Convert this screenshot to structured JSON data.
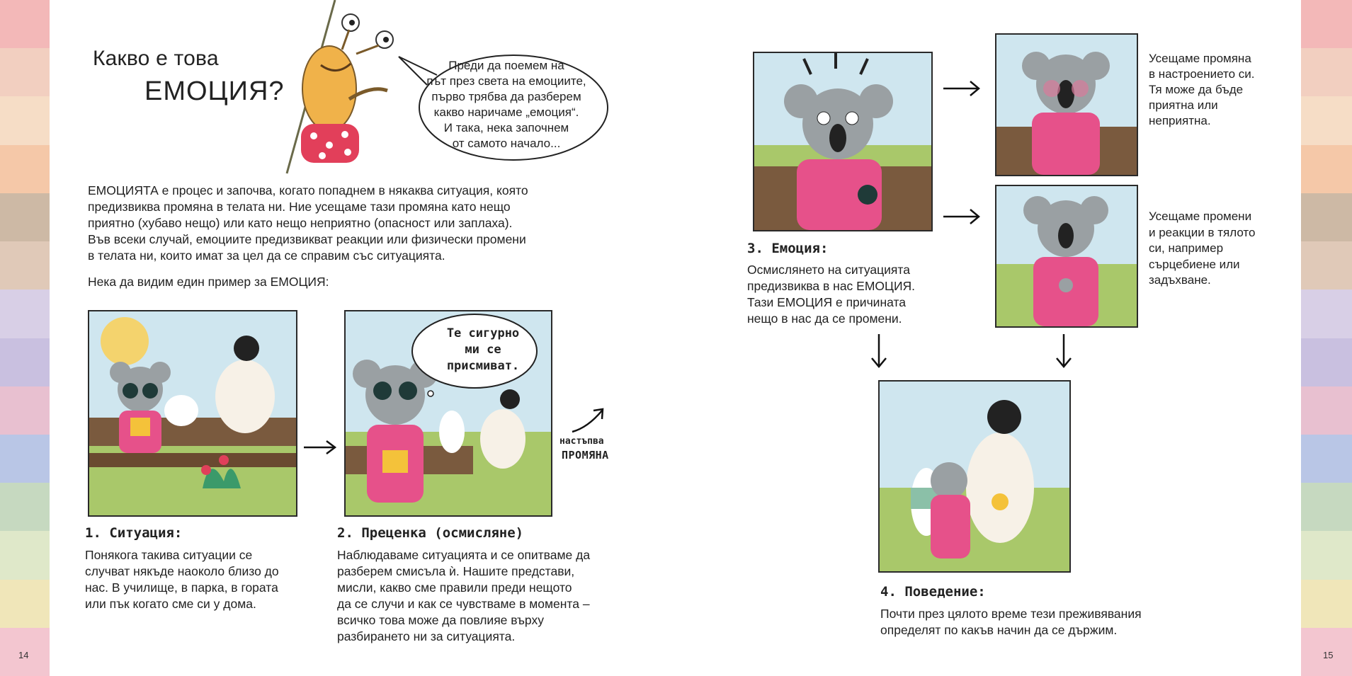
{
  "colors": {
    "strip": [
      "#f3b8b8",
      "#f2cfc0",
      "#f6ddc6",
      "#f5c8a8",
      "#cdb9a5",
      "#e0c9b8",
      "#d8cfe6",
      "#c9c0e0",
      "#e8c0d0",
      "#b9c6e6",
      "#c6d9c0",
      "#dfe8c9",
      "#f0e6b9",
      "#f3c6d0"
    ],
    "sky": "#cfe6ef",
    "grass": "#a9c86a",
    "bench": "#7a5a3e",
    "koala": "#9aa0a3",
    "shirt": "#e6518a",
    "sheep_body": "#f7f1e7",
    "sun": "#f4d36d"
  },
  "left_page": {
    "heading_line1": "Какво е това",
    "heading_line2": "ЕМОЦИЯ?",
    "speech_bubble": [
      "Преди да поемем на",
      "път през света на емоциите,",
      "първо трябва да разберем",
      "какво наричаме „емоция“.",
      "И така, нека започнем",
      "от самото начало..."
    ],
    "intro": [
      "ЕМОЦИЯТА е процес и започва, когато попаднем в някаква ситуация, която",
      "предизвиква промяна в телата ни. Ние усещаме тази промяна като нещо",
      "приятно (хубаво нещо) или като нещо неприятно (опасност или заплаха).",
      "Във всеки случай, емоциите предизвикват реакции или физически промени",
      "в телата ни, които имат за цел да се справим със ситуацията."
    ],
    "example_line": "Нека да видим един пример за ЕМОЦИЯ:",
    "panel2_bubble": [
      "Те сигурно",
      "ми се",
      "присмиват."
    ],
    "change_label_small": "настъпва",
    "change_label_big": "ПРОМЯНА",
    "step1_title": "1. Ситуация:",
    "step1_text": [
      "Понякога такива ситуации се",
      "случват някъде наоколо близо до",
      "нас. В училище, в парка, в гората",
      "или пък когато сме си у дома."
    ],
    "step2_title": "2. Преценка (осмисляне)",
    "step2_text": [
      "Наблюдаваме ситуацията и се опитваме да",
      "разберем смисъла ѝ. Нашите представи,",
      "мисли, какво сме правили преди нещото",
      "да се случи и как се чувстваме в момента –",
      "всичко това може да повлияе върху",
      "разбирането ни за ситуацията."
    ],
    "page_number": "14"
  },
  "right_page": {
    "step3_title": "3. Емоция:",
    "step3_text": [
      "Осмислянето на ситуацията",
      "предизвиква в нас ЕМОЦИЯ.",
      "Тази ЕМОЦИЯ е причината",
      "нещо в нас да се промени."
    ],
    "mood_text": [
      "Усещаме промяна",
      "в настроението си.",
      "Тя може да бъде",
      "приятна или",
      "неприятна."
    ],
    "body_text": [
      "Усещаме промени",
      "и реакции в тялото",
      "си, например",
      "сърцебиене или",
      "задъхване."
    ],
    "step4_title": "4. Поведение:",
    "step4_text": [
      "Почти през цялото време тези преживявания",
      "определят по какъв начин да се държим."
    ],
    "page_number": "15"
  }
}
